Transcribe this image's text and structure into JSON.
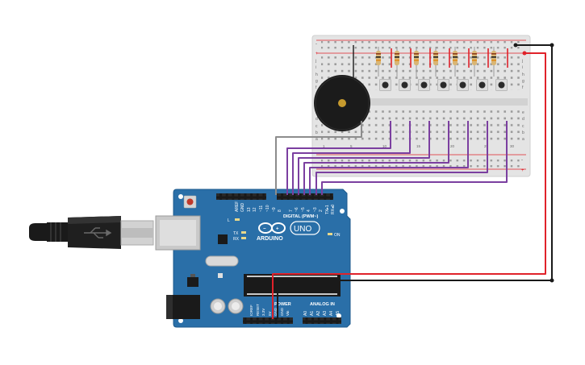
{
  "circuit": {
    "arduino": {
      "brand": "ARDUINO",
      "model": "UNO",
      "digital_label": "DIGITAL (PWM~)",
      "power_label": "POWER",
      "analog_label": "ANALOG IN",
      "on_label": "ON",
      "tx_label": "TX",
      "rx_label": "RX",
      "l_label": "L",
      "digital_pins": [
        "AREF",
        "GND",
        "13",
        "12",
        "~11",
        "~10",
        "~9",
        "8",
        "7",
        "~6",
        "~5",
        "4",
        "~3",
        "2",
        "TX▸1",
        "RX◂0"
      ],
      "power_pins": [
        "IOREF",
        "RESET",
        "3.3V",
        "5V",
        "GND",
        "GND",
        "Vin"
      ],
      "analog_pins": [
        "A0",
        "A1",
        "A2",
        "A3",
        "A4",
        "A5"
      ]
    },
    "breadboard": {
      "row_letters_top": [
        "j",
        "i",
        "h",
        "g",
        "f"
      ],
      "row_letters_bottom": [
        "e",
        "d",
        "c",
        "b",
        "a"
      ],
      "column_numbers": [
        "1",
        "5",
        "10",
        "15",
        "20",
        "25",
        "30"
      ]
    },
    "components": {
      "pushbutton_count": 7,
      "resistor_count": 7,
      "buzzer_count": 1
    },
    "colors": {
      "board": "#2a6fa8",
      "wire_signal": "#7b3fa0",
      "wire_power": "#e0222a",
      "wire_ground": "#1a1a1a",
      "wire_buzzer": "#8c8c8c",
      "resistor_body": "#d9b675"
    }
  }
}
